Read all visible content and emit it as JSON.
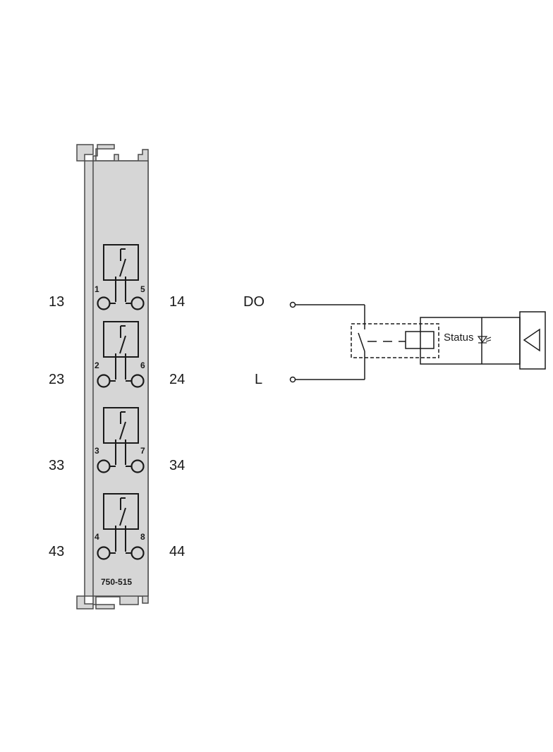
{
  "module": {
    "model": "750-515",
    "channels": [
      {
        "left_label": "13",
        "right_label": "14",
        "left_pin": "1",
        "right_pin": "5"
      },
      {
        "left_label": "23",
        "right_label": "24",
        "left_pin": "2",
        "right_pin": "6"
      },
      {
        "left_label": "33",
        "right_label": "34",
        "left_pin": "3",
        "right_pin": "7"
      },
      {
        "left_label": "43",
        "right_label": "44",
        "left_pin": "4",
        "right_pin": "8"
      }
    ]
  },
  "schematic": {
    "do_label": "DO",
    "l_label": "L",
    "status_label": "Status"
  },
  "colors": {
    "line": "#1a1a1a",
    "module_fill": "#d6d6d6",
    "module_stroke": "#4a4a4a"
  }
}
